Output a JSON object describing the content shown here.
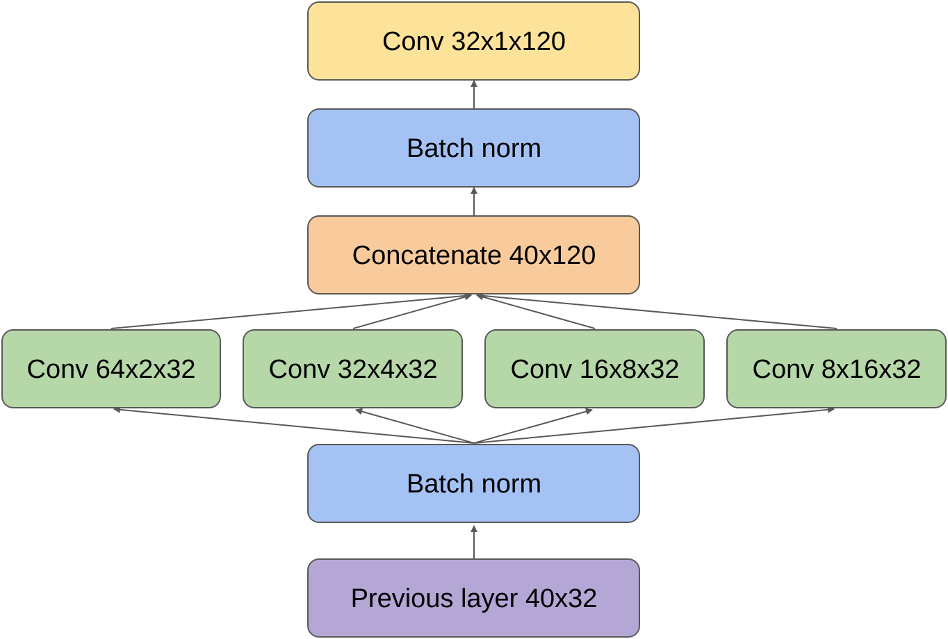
{
  "colors": {
    "yellow": "#fde399",
    "blue": "#a4c2f4",
    "orange": "#f9cb9c",
    "green": "#b6d7a8",
    "purple": "#b4a7d6",
    "border": "#595959",
    "arrow": "#595959"
  },
  "nodes": {
    "conv_out": {
      "label": "Conv 32x1x120",
      "color": "yellow"
    },
    "batch_norm_top": {
      "label": "Batch norm",
      "color": "blue"
    },
    "concat": {
      "label": "Concatenate 40x120",
      "color": "orange"
    },
    "conv_64": {
      "label": "Conv 64x2x32",
      "color": "green"
    },
    "conv_32": {
      "label": "Conv 32x4x32",
      "color": "green"
    },
    "conv_16": {
      "label": "Conv 16x8x32",
      "color": "green"
    },
    "conv_8": {
      "label": "Conv 8x16x32",
      "color": "green"
    },
    "batch_norm_bottom": {
      "label": "Batch norm",
      "color": "blue"
    },
    "previous": {
      "label": "Previous layer 40x32",
      "color": "purple"
    }
  },
  "edges": [
    {
      "from": "previous",
      "to": "batch_norm_bottom"
    },
    {
      "from": "batch_norm_bottom",
      "to": "conv_64"
    },
    {
      "from": "batch_norm_bottom",
      "to": "conv_32"
    },
    {
      "from": "batch_norm_bottom",
      "to": "conv_16"
    },
    {
      "from": "batch_norm_bottom",
      "to": "conv_8"
    },
    {
      "from": "conv_64",
      "to": "concat"
    },
    {
      "from": "conv_32",
      "to": "concat"
    },
    {
      "from": "conv_16",
      "to": "concat"
    },
    {
      "from": "conv_8",
      "to": "concat"
    },
    {
      "from": "concat",
      "to": "batch_norm_top"
    },
    {
      "from": "batch_norm_top",
      "to": "conv_out"
    }
  ]
}
